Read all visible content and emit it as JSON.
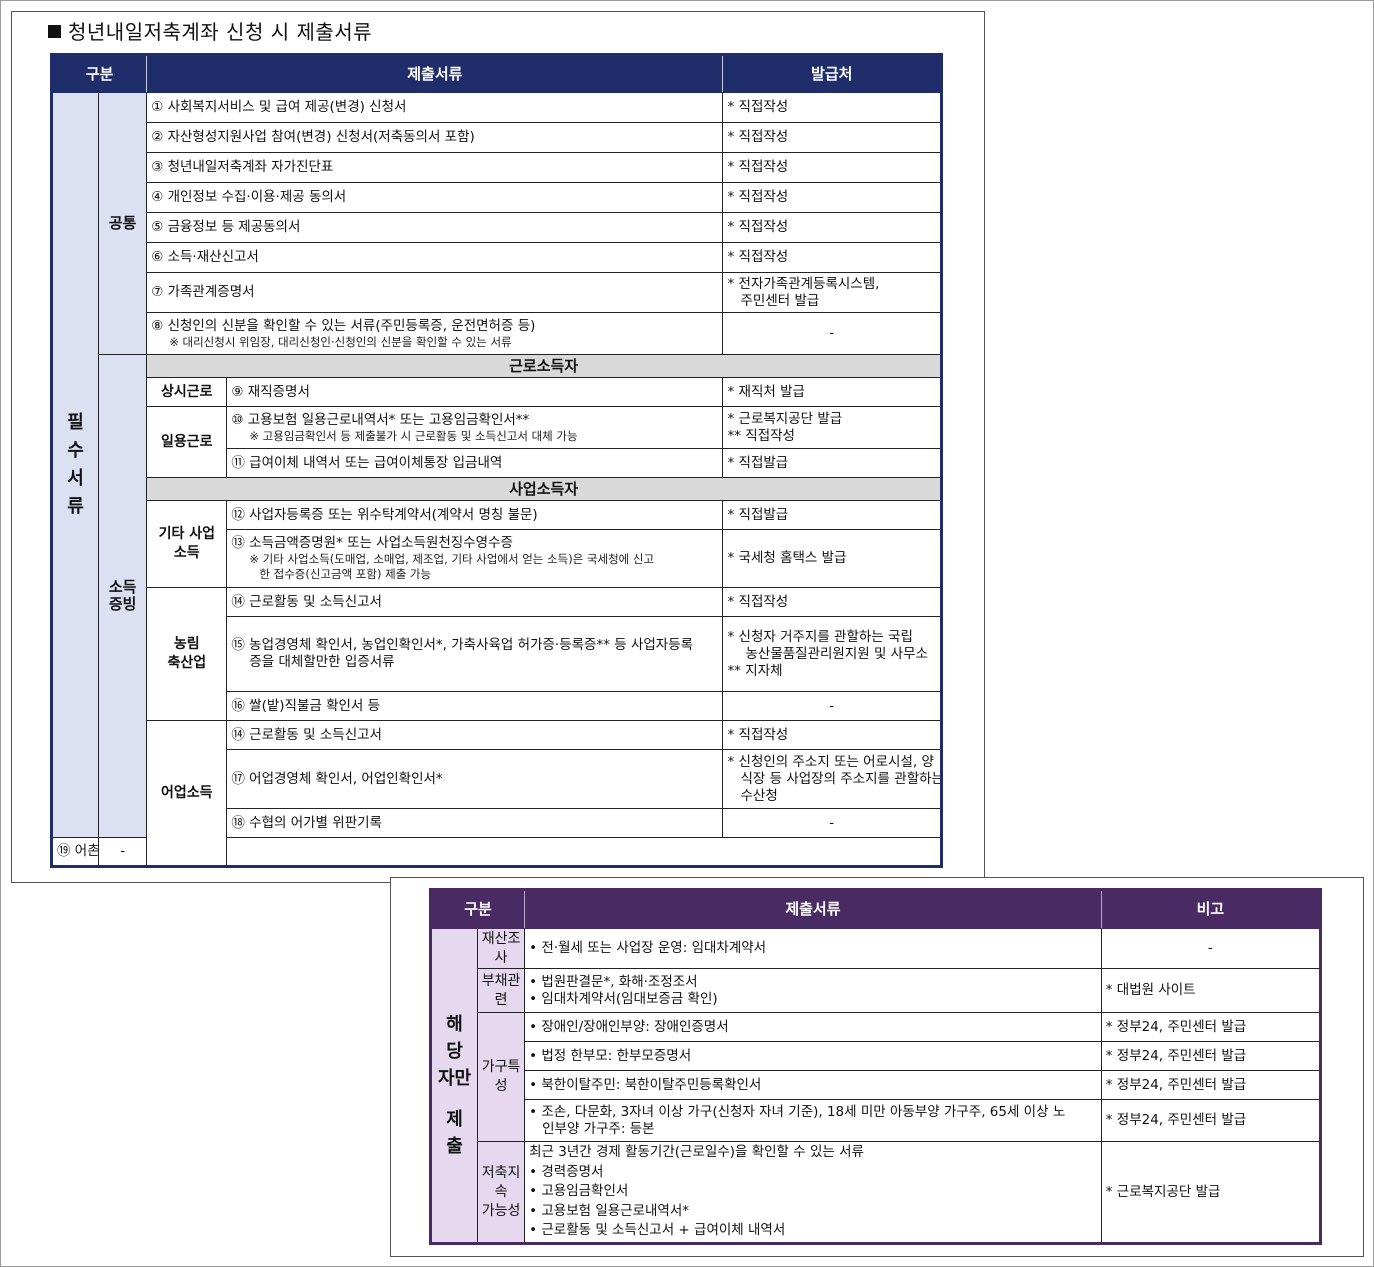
{
  "panel1": {
    "heading": "청년내일저축계좌 신청 시 제출서류",
    "headers": {
      "category": "구분",
      "documents": "제출서류",
      "issuer": "발급처"
    },
    "category_main": "필수서류",
    "common_label": "공통",
    "income_label_1": "소득",
    "income_label_2": "증빙",
    "common_rows": [
      {
        "doc": "① 사회복지서비스 및 급여 제공(변경) 신청서",
        "issuer": "* 직접작성"
      },
      {
        "doc": "② 자산형성지원사업 참여(변경) 신청서(저축동의서 포함)",
        "issuer": "* 직접작성"
      },
      {
        "doc": "③ 청년내일저축계좌 자가진단표",
        "issuer": "* 직접작성"
      },
      {
        "doc": "④ 개인정보 수집·이용·제공 동의서",
        "issuer": "* 직접작성"
      },
      {
        "doc": "⑤ 금융정보 등 제공동의서",
        "issuer": "* 직접작성"
      },
      {
        "doc": "⑥ 소득·재산신고서",
        "issuer": "* 직접작성"
      },
      {
        "doc": "⑦ 가족관계증명서",
        "issuer_1": "* 전자가족관계등록시스템,",
        "issuer_2": "주민센터 발급"
      },
      {
        "doc": "⑧ 신청인의 신분을 확인할 수 있는 서류(주민등록증, 운전면허증 등)",
        "note": "※ 대리신청시 위임장, 대리신청인·신청인의 신분을 확인할 수 있는 서류",
        "issuer": "-"
      }
    ],
    "section_worker": "근로소득자",
    "regular": {
      "label": "상시근로",
      "doc": "⑨ 재직증명서",
      "issuer": "* 재직처 발급"
    },
    "daily": {
      "label": "일용근로",
      "doc10": "⑩ 고용보험 일용근로내역서* 또는 고용임금확인서**",
      "note10": "※ 고용임금확인서 등 제출불가 시 근로활동 및 소득신고서 대체 가능",
      "issuer10_1": "* 근로복지공단 발급",
      "issuer10_2": "** 직접작성",
      "doc11": "⑪ 급여이체 내역서 또는 급여이체통장 입금내역",
      "issuer11": "* 직접발급"
    },
    "section_business": "사업소득자",
    "other_business": {
      "label_1": "기타 사업",
      "label_2": "소득",
      "doc12": "⑫ 사업자등록증 또는 위수탁계약서(계약서 명칭 불문)",
      "issuer12": "* 직접발급",
      "doc13": "⑬ 소득금액증명원* 또는 사업소득원천징수영수증",
      "note13_1": "※ 기타 사업소득(도매업, 소매업, 제조업, 기타 사업에서 얻는 소득)은 국세청에 신고",
      "note13_2": "한 접수증(신고금액 포함) 제출 가능",
      "issuer13": "* 국세청 홈택스 발급"
    },
    "farming": {
      "label_1": "농림",
      "label_2": "축산업",
      "doc14": "⑭ 근로활동 및 소득신고서",
      "issuer14": "* 직접작성",
      "doc15_1": "⑮ 농업경영체 확인서, 농업인확인서*, 가축사육업 허가증·등록증** 등 사업자등록",
      "doc15_2": "증을 대체할만한 입증서류",
      "issuer15_1": "* 신청자 거주지를 관할하는 국립",
      "issuer15_2": "농산물품질관리원지원 및 사무소",
      "issuer15_3": "** 지자체",
      "doc16": "⑯ 쌀(밭)직불금 확인서 등",
      "issuer16": "-"
    },
    "fishery": {
      "label": "어업소득",
      "doc14": "⑭ 근로활동 및 소득신고서",
      "issuer14": "* 직접작성",
      "doc17": "⑰ 어업경영체 확인서, 어업인확인서*",
      "issuer17_1": "* 신청인의 주소지 또는 어로시설, 양",
      "issuer17_2": "식장 등 사업장의 주소지를 관할하는",
      "issuer17_3": "수산청",
      "doc18": "⑱ 수협의 어가별 위판기록",
      "issuer18": "-",
      "doc19": "⑲ 어촌계 자료 등의 어종별 출하량 등 거래 관련 증빙 서류",
      "issuer19": "-"
    }
  },
  "panel2": {
    "headers": {
      "category": "구분",
      "documents": "제출서류",
      "remarks": "비고"
    },
    "category_main_1": "해",
    "category_main_2": "당",
    "category_main_3": "자만",
    "category_main_4": "제",
    "category_main_5": "출",
    "property": {
      "label": "재산조사",
      "doc": "• 전·월세 또는 사업장 운영: 임대차계약서",
      "remark": "-"
    },
    "debt": {
      "label": "부채관련",
      "doc_1": "• 법원판결문*, 화해·조정조서",
      "doc_2": "• 임대차계약서(임대보증금 확인)",
      "remark": "* 대법원 사이트"
    },
    "household": {
      "label": "가구특성",
      "rows": [
        {
          "doc": "• 장애인/장애인부양: 장애인증명서",
          "remark": "* 정부24, 주민센터 발급"
        },
        {
          "doc": "• 법정 한부모: 한부모증명서",
          "remark": "* 정부24, 주민센터 발급"
        },
        {
          "doc": "• 북한이탈주민: 북한이탈주민등록확인서",
          "remark": "* 정부24, 주민센터 발급"
        }
      ],
      "last_doc_1": "• 조손, 다문화, 3자녀 이상 가구(신청자 자녀 기준), 18세 미만 아동부양 가구주, 65세 이상 노",
      "last_doc_2": "인부양 가구주: 등본",
      "last_remark": "* 정부24, 주민센터 발급"
    },
    "savings": {
      "label_1": "저축지속",
      "label_2": "가능성",
      "intro": "최근 3년간 경제 활동기간(근로일수)을 확인할 수 있는 서류",
      "items": [
        "• 경력증명서",
        "• 고용임금확인서",
        "• 고용보험 일용근로내역서*",
        "• 근로활동 및 소득신고서 + 급여이체 내역서"
      ],
      "remark": "* 근로복지공단 발급"
    }
  }
}
